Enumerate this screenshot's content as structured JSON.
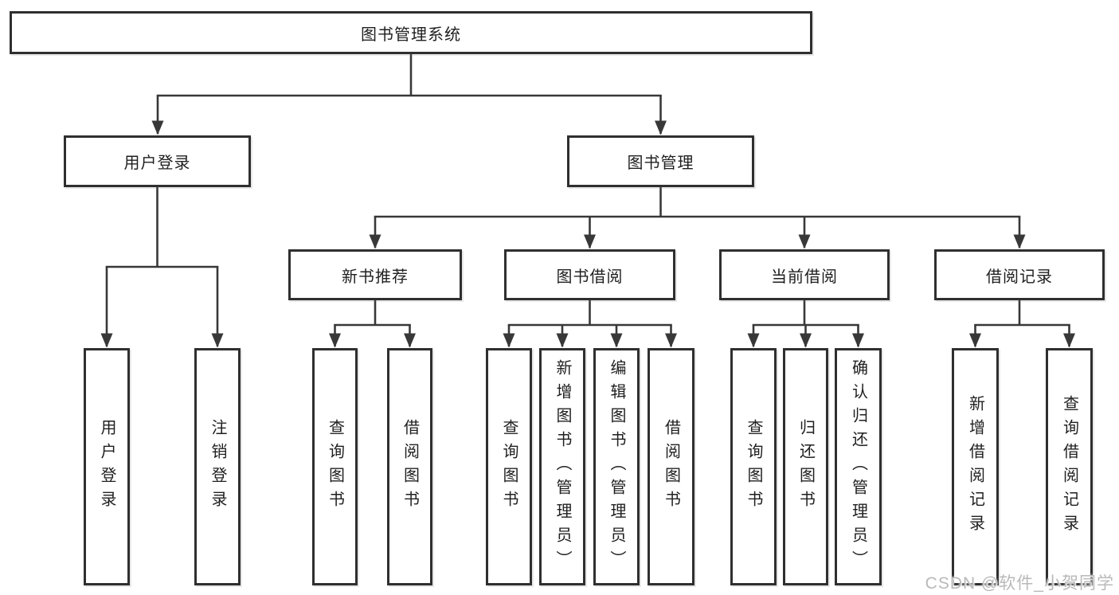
{
  "diagram": {
    "type": "hierarchy-tree",
    "title": "图书管理系统",
    "watermark": "CSDN @软件_小贺同学",
    "colors": {
      "line": "#383838",
      "box_border": "#2f2f2f",
      "text": "#1f1f1f",
      "background": "#ffffff",
      "watermark": "#b9b9b9"
    }
  },
  "tree": {
    "label": "图书管理系统",
    "children": [
      {
        "label": "用户登录",
        "children": [
          {
            "label": "用户登录"
          },
          {
            "label": "注销登录"
          }
        ]
      },
      {
        "label": "图书管理",
        "children": [
          {
            "label": "新书推荐",
            "children": [
              {
                "label": "查询图书"
              },
              {
                "label": "借阅图书"
              }
            ]
          },
          {
            "label": "图书借阅",
            "children": [
              {
                "label": "查询图书"
              },
              {
                "label": "新增图书（管理员）"
              },
              {
                "label": "编辑图书（管理员）"
              },
              {
                "label": "借阅图书"
              }
            ]
          },
          {
            "label": "当前借阅",
            "children": [
              {
                "label": "查询图书"
              },
              {
                "label": "归还图书"
              },
              {
                "label": "确认归还（管理员）"
              }
            ]
          },
          {
            "label": "借阅记录",
            "children": [
              {
                "label": "新增借阅记录"
              },
              {
                "label": "查询借阅记录"
              }
            ]
          }
        ]
      }
    ]
  }
}
